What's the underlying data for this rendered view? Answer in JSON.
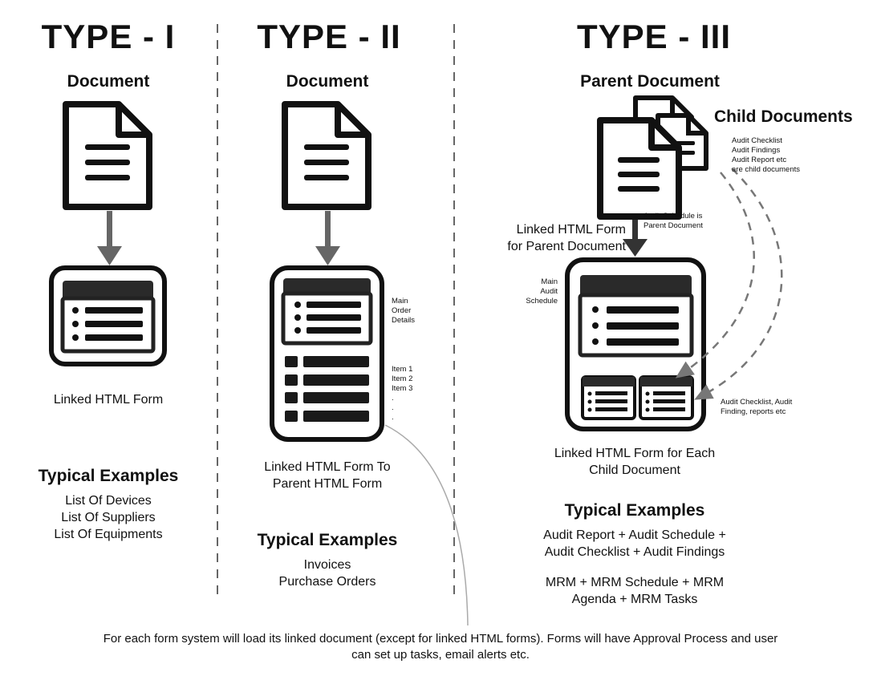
{
  "type1": {
    "title": "TYPE - I",
    "document_label": "Document",
    "form_label": "Linked HTML Form",
    "examples_title": "Typical Examples",
    "examples": [
      "List Of Devices",
      "List Of Suppliers",
      "List Of Equipments"
    ]
  },
  "type2": {
    "title": "TYPE - II",
    "document_label": "Document",
    "main_note": [
      "Main",
      "Order",
      "Details"
    ],
    "item_note": [
      "Item 1",
      "Item 2",
      "Item 3",
      ".",
      ".",
      "."
    ],
    "form_label": [
      "Linked HTML Form To",
      "Parent HTML Form"
    ],
    "examples_title": "Typical Examples",
    "examples": [
      "Invoices",
      "Purchase Orders"
    ]
  },
  "type3": {
    "title": "TYPE - III",
    "parent_label": "Parent Document",
    "child_label": "Child Documents",
    "child_note": [
      "Audit Checklist",
      "Audit Findings",
      "Audit Report etc",
      "are child documents"
    ],
    "schedule_note": [
      "Audit Schedule is",
      "Parent Document"
    ],
    "parent_form_label": [
      "Linked HTML Form",
      "for Parent Document"
    ],
    "main_note": [
      "Main",
      "Audit",
      "Schedule"
    ],
    "child_form_note": [
      "Audit Checklist, Audit",
      "Finding, reports etc"
    ],
    "child_form_label": [
      "Linked HTML Form for Each",
      "Child Document"
    ],
    "examples_title": "Typical Examples",
    "examples1": [
      "Audit Report + Audit Schedule +",
      "Audit Checklist + Audit Findings"
    ],
    "examples2": [
      "MRM + MRM Schedule + MRM",
      "Agenda + MRM Tasks"
    ]
  },
  "footer": [
    "For each form system will load its linked document (except for linked HTML forms). Forms will have Approval Process and user",
    "can set up tasks, email alerts etc."
  ]
}
